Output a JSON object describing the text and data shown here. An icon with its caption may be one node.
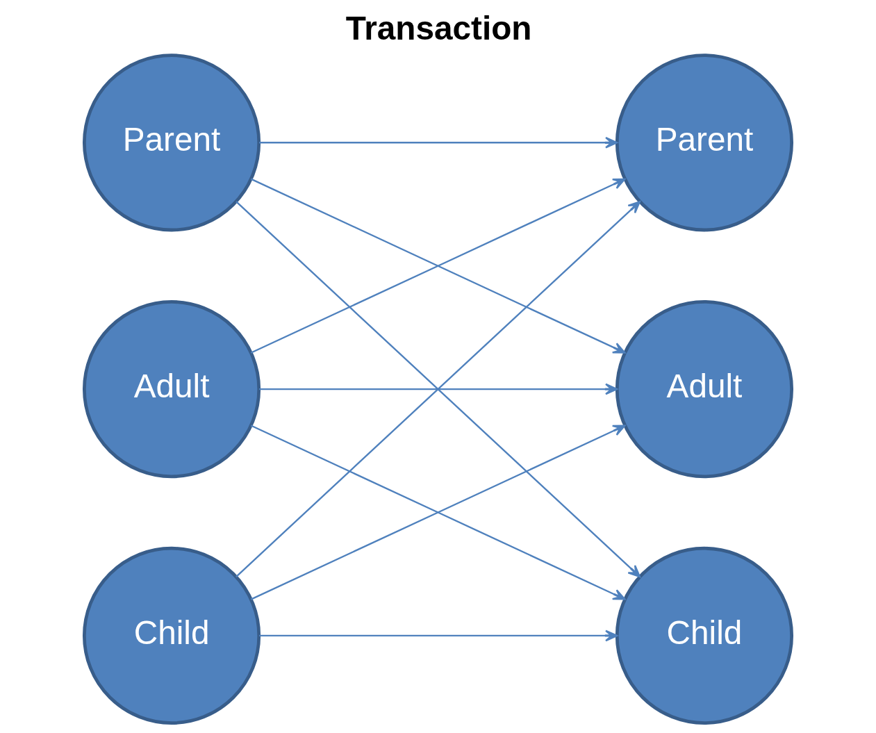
{
  "diagram": {
    "title": "Transaction",
    "nodes": [
      {
        "text": [
          "Parent"
        ]
      },
      {
        "text": [
          "Parent"
        ]
      },
      {
        "text": [
          "Adult"
        ]
      },
      {
        "text": [
          "Adult"
        ]
      },
      {
        "text": [
          "Child"
        ]
      },
      {
        "text": [
          "Child"
        ]
      }
    ],
    "edges": [
      {
        "from": 0,
        "to": 1,
        "arrow": "to"
      },
      {
        "from": 0,
        "to": 3,
        "arrow": "to"
      },
      {
        "from": 0,
        "to": 5,
        "arrow": "to"
      },
      {
        "from": 2,
        "to": 1,
        "arrow": "to"
      },
      {
        "from": 2,
        "to": 3,
        "arrow": "to"
      },
      {
        "from": 2,
        "to": 5,
        "arrow": "to"
      },
      {
        "from": 4,
        "to": 1,
        "arrow": "to"
      },
      {
        "from": 4,
        "to": 3,
        "arrow": "to"
      },
      {
        "from": 4,
        "to": 5,
        "arrow": "to"
      }
    ]
  }
}
